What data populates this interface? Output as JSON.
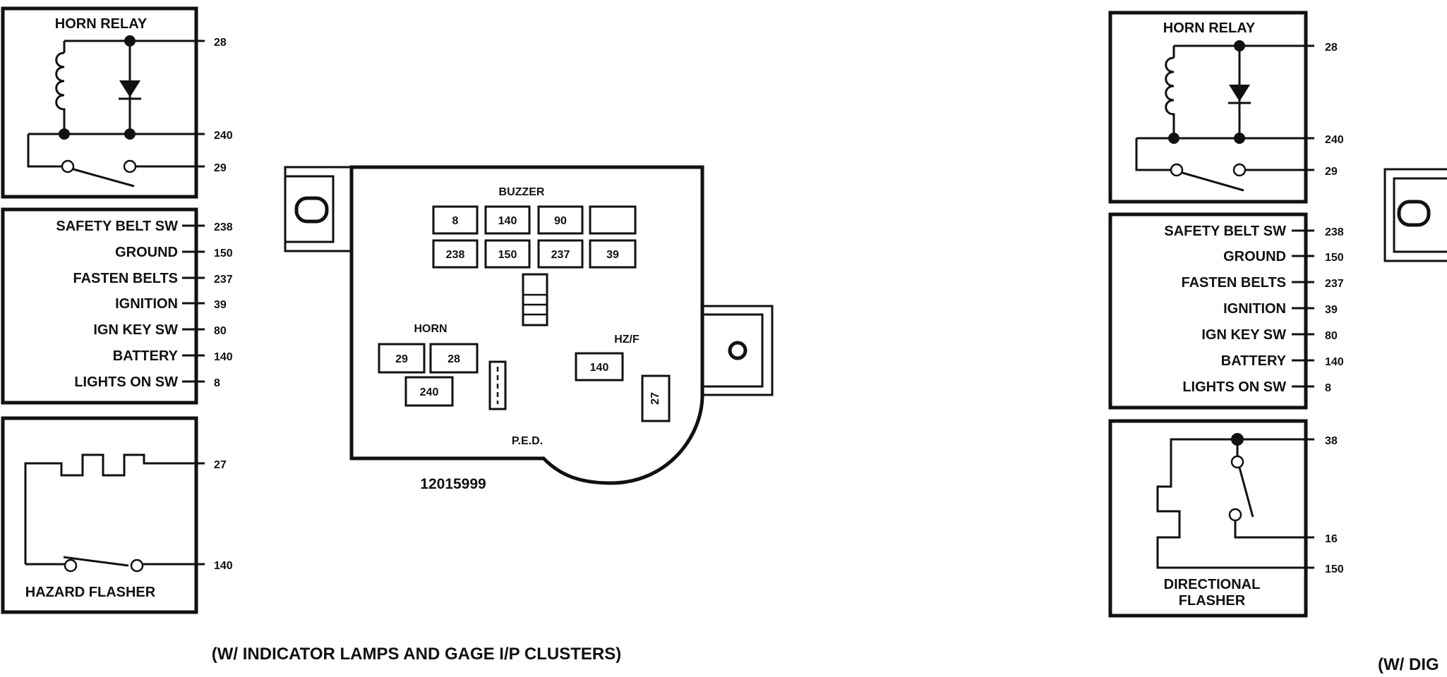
{
  "left": {
    "horn_relay": {
      "title": "HORN RELAY",
      "pins": [
        "28",
        "240",
        "29"
      ]
    },
    "connector": {
      "rows": [
        {
          "label": "SAFETY BELT SW",
          "pin": "238"
        },
        {
          "label": "GROUND",
          "pin": "150"
        },
        {
          "label": "FASTEN BELTS",
          "pin": "237"
        },
        {
          "label": "IGNITION",
          "pin": "39"
        },
        {
          "label": "IGN KEY SW",
          "pin": "80"
        },
        {
          "label": "BATTERY",
          "pin": "140"
        },
        {
          "label": "LIGHTS ON SW",
          "pin": "8"
        }
      ]
    },
    "hazard_flasher": {
      "title": "HAZARD FLASHER",
      "pins": [
        "27",
        "140"
      ]
    },
    "fuse_block": {
      "buzzer_label": "BUZZER",
      "buzzer_slots": [
        "8",
        "140",
        "90",
        "",
        "238",
        "150",
        "237",
        "39"
      ],
      "horn_label": "HORN",
      "horn_slots": [
        "29",
        "28",
        "240"
      ],
      "hzf_label": "HZ/F",
      "hzf_slot": "140",
      "slot_27": "27",
      "ped_label": "P.E.D.",
      "part_number": "12015999"
    },
    "caption": "(W/ INDICATOR LAMPS AND GAGE I/P CLUSTERS)"
  },
  "right": {
    "horn_relay": {
      "title": "HORN RELAY",
      "pins": [
        "28",
        "240",
        "29"
      ]
    },
    "connector": {
      "rows": [
        {
          "label": "SAFETY BELT SW",
          "pin": "238"
        },
        {
          "label": "GROUND",
          "pin": "150"
        },
        {
          "label": "FASTEN BELTS",
          "pin": "237"
        },
        {
          "label": "IGNITION",
          "pin": "39"
        },
        {
          "label": "IGN KEY SW",
          "pin": "80"
        },
        {
          "label": "BATTERY",
          "pin": "140"
        },
        {
          "label": "LIGHTS ON SW",
          "pin": "8"
        }
      ]
    },
    "directional_flasher": {
      "title_line1": "DIRECTIONAL",
      "title_line2": "FLASHER",
      "pins": [
        "38",
        "16",
        "150"
      ]
    },
    "caption_partial": "(W/ DIG"
  }
}
